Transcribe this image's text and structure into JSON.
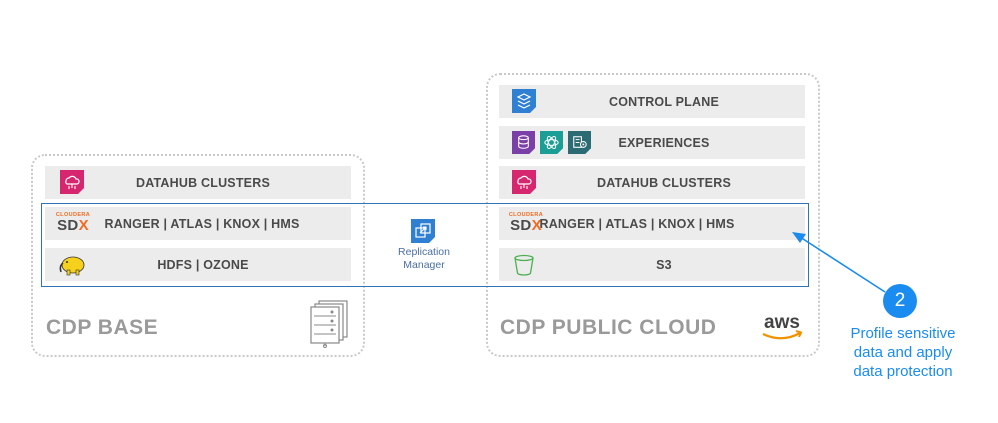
{
  "base": {
    "title": "CDP BASE",
    "rows": {
      "datahub": "DATAHUB CLUSTERS",
      "security": "RANGER | ATLAS | KNOX | HMS",
      "storage": "HDFS | OZONE"
    },
    "server_icon": "server-rack-icon"
  },
  "cloud": {
    "title": "CDP PUBLIC CLOUD",
    "rows": {
      "control": "CONTROL PLANE",
      "experiences": "EXPERIENCES",
      "datahub": "DATAHUB CLUSTERS",
      "security": "RANGER | ATLAS | KNOX | HMS",
      "storage": "S3"
    },
    "provider_logo": "aws"
  },
  "sdx_logo": {
    "small": "CLOUDERA",
    "big": "SD",
    "x": "X"
  },
  "replication": {
    "line1": "Replication",
    "line2": "Manager"
  },
  "callout": {
    "number": "2",
    "line1": "Profile sensitive",
    "line2": "data and apply",
    "line3": "data protection"
  },
  "colors": {
    "sdx_border": "#2f74b5",
    "callout": "#1a8cf0",
    "datahub_icon": "#d6266f",
    "sdx_orange": "#f26b21"
  }
}
